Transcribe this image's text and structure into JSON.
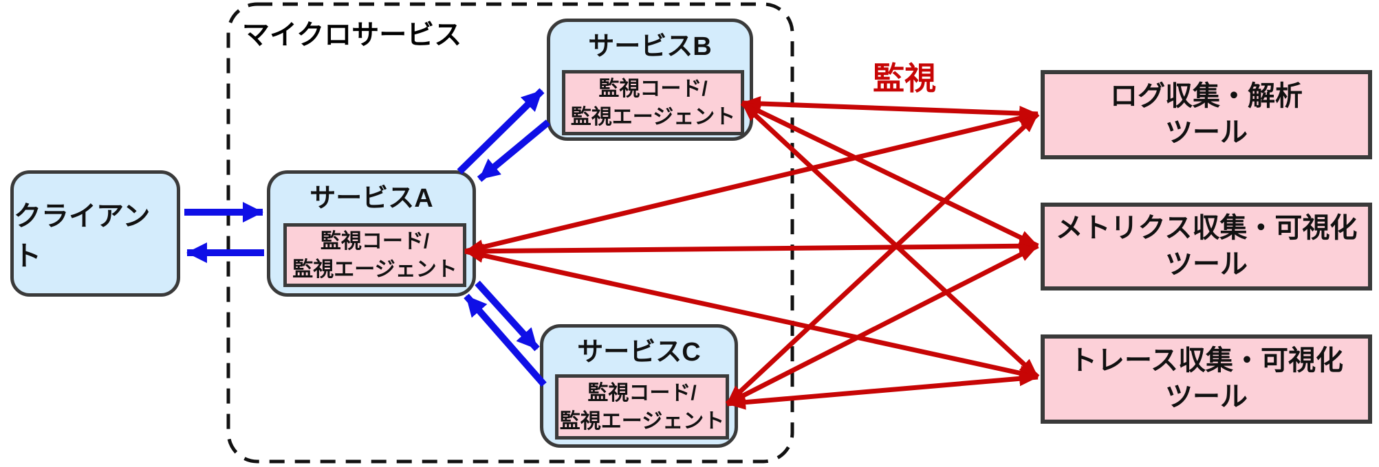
{
  "diagram": {
    "client": {
      "label": "クライアント"
    },
    "group": {
      "label": "マイクロサービス"
    },
    "services": [
      {
        "title": "サービスA",
        "agent_line1": "監視コード/",
        "agent_line2": "監視エージェント"
      },
      {
        "title": "サービスB",
        "agent_line1": "監視コード/",
        "agent_line2": "監視エージェント"
      },
      {
        "title": "サービスC",
        "agent_line1": "監視コード/",
        "agent_line2": "監視エージェント"
      }
    ],
    "tools": [
      {
        "line1": "ログ収集・解析",
        "line2": "ツール"
      },
      {
        "line1": "メトリクス収集・可視化",
        "line2": "ツール"
      },
      {
        "line1": "トレース収集・可視化",
        "line2": "ツール"
      }
    ],
    "monitoring_label": "監視",
    "flows": {
      "requests": [
        {
          "from": "クライアント",
          "to": "サービスA",
          "bidirectional": true
        },
        {
          "from": "サービスA",
          "to": "サービスB",
          "bidirectional": true
        },
        {
          "from": "サービスA",
          "to": "サービスC",
          "bidirectional": true
        }
      ],
      "monitoring": [
        {
          "from": "サービスA",
          "to": "ログ収集・解析ツール"
        },
        {
          "from": "サービスA",
          "to": "メトリクス収集・可視化ツール"
        },
        {
          "from": "サービスA",
          "to": "トレース収集・可視化ツール"
        },
        {
          "from": "サービスB",
          "to": "ログ収集・解析ツール"
        },
        {
          "from": "サービスB",
          "to": "メトリクス収集・可視化ツール"
        },
        {
          "from": "サービスB",
          "to": "トレース収集・可視化ツール"
        },
        {
          "from": "サービスC",
          "to": "ログ収集・解析ツール"
        },
        {
          "from": "サービスC",
          "to": "メトリクス収集・可視化ツール"
        },
        {
          "from": "サービスC",
          "to": "トレース収集・可視化ツール"
        }
      ]
    }
  },
  "colors": {
    "service_fill": "#d4ecfc",
    "agent_fill": "#fcd0d8",
    "tool_fill": "#fcd0d8",
    "box_border": "#3a3a3a",
    "blue": "#0f0fe6",
    "red": "#c70505",
    "text": "#111111"
  }
}
